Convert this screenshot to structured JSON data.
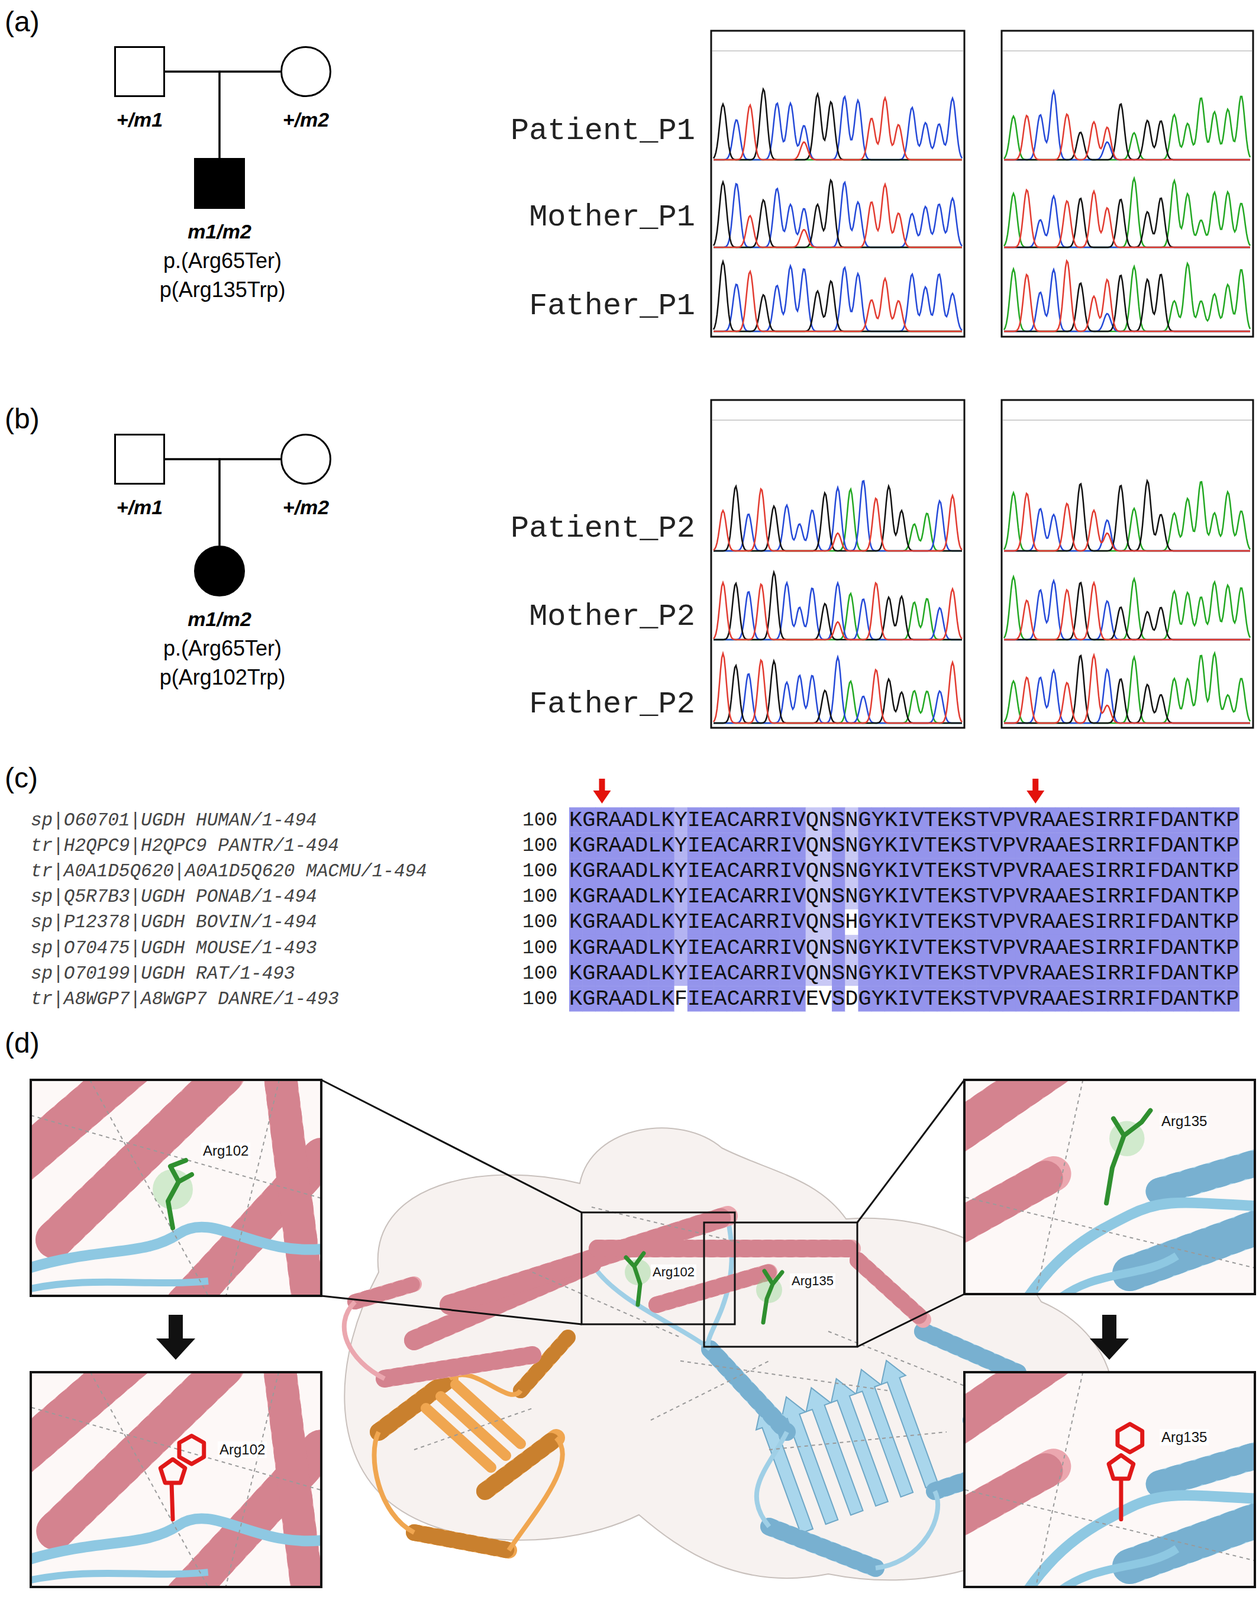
{
  "diagram": {
    "nodes": [
      {
        "text": [
          "+/m1"
        ]
      },
      {
        "text": [
          "+/m2"
        ]
      },
      {
        "text": [
          "m1/m2"
        ]
      },
      {
        "text": [
          "+/m1"
        ]
      },
      {
        "text": [
          "+/m2"
        ]
      },
      {
        "text": [
          "m1/m2"
        ]
      }
    ],
    "edges": [
      {
        "from": 0,
        "to": 1,
        "arrow": "none"
      },
      {
        "from": 0,
        "to": 2,
        "arrow": "none"
      },
      {
        "from": 1,
        "to": 2,
        "arrow": "none"
      },
      {
        "from": 3,
        "to": 4,
        "arrow": "none"
      },
      {
        "from": 3,
        "to": 5,
        "arrow": "none"
      },
      {
        "from": 4,
        "to": 5,
        "arrow": "none"
      }
    ],
    "labels": [
      "(a)",
      "p.(Arg65Ter)",
      "p(Arg135Trp)",
      "Patient_P1",
      "Mother_P1",
      "Father_P1",
      "(b)",
      "p.(Arg65Ter)",
      "p(Arg102Trp)",
      "Patient_P2",
      "Mother_P2",
      "Father_P2",
      "(c)",
      "sp|O60701|UGDH HUMAN/1-494",
      "100",
      "KGRAADLKYIEACARRIVQNSNGYKIVTEKSTVPVRAAESIRRIFDANTKP",
      "tr|H2QPC9|H2QPC9 PANTR/1-494",
      "100",
      "KGRAADLKYIEACARRIVQNSNGYKIVTEKSTVPVRAAESIRRIFDANTKP",
      "tr|A0A1D5Q620|A0A1D5Q620 MACMU/1-494",
      "100",
      "KGRAADLKYIEACARRIVQNSNGYKIVTEKSTVPVRAAESIRRIFDANTKP",
      "sp|Q5R7B3|UGDH PONAB/1-494",
      "100",
      "KGRAADLKYIEACARRIVQNSNGYKIVTEKSTVPVRAAESIRRIFDANTKP",
      "sp|P12378|UGDH BOVIN/1-494",
      "100",
      "KGRAADLKYIEACARRIVQNSHGYKIVTEKSTVPVRAAESIRRIFDANTKP",
      "sp|O70475|UGDH MOUSE/1-493",
      "100",
      "KGRAADLKYIEACARRIVQNSNGYKIVTEKSTVPVRAAESIRRIFDANTKP",
      "sp|O70199|UGDH RAT/1-493",
      "100",
      "KGRAADLKYIEACARRIVQNSNGYKIVTEKSTVPVRAAESIRRIFDANTKP",
      "tr|A8WGP7|A8WGP7 DANRE/1-493",
      "100",
      "KGRAADLKFIEACARRIVEVSDGYKIVTEKSTVPVRAAESIRRIFDANTKP",
      "(d)",
      "Arg102",
      "Arg135",
      "Arg102",
      "Arg135",
      "Arg102",
      "Arg135"
    ]
  }
}
